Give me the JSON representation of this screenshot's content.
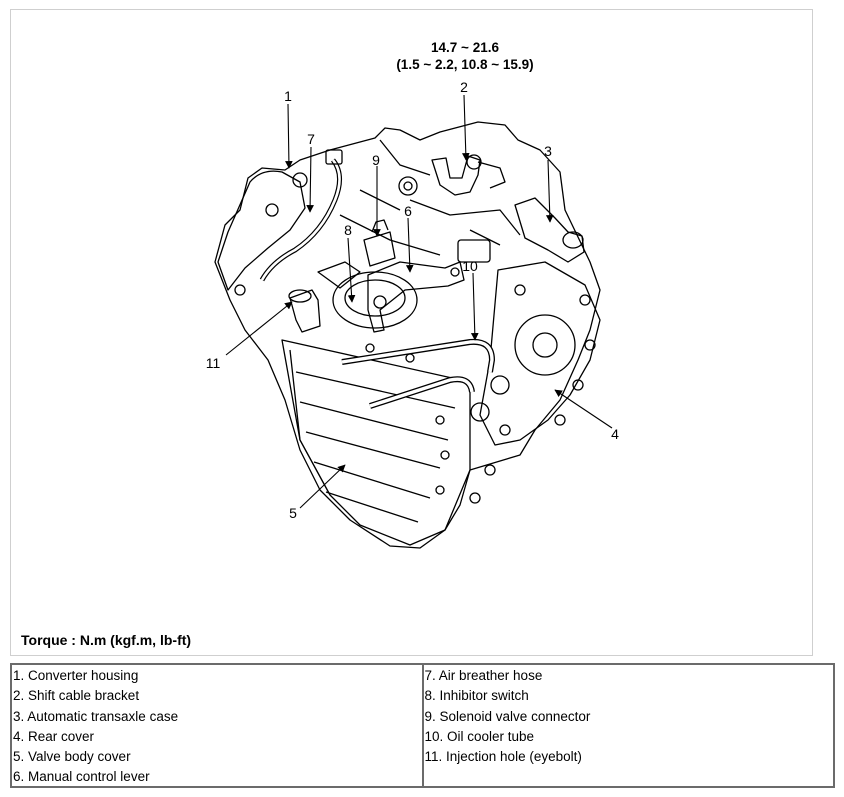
{
  "torque_spec": {
    "line1": "14.7 ~ 21.6",
    "line2": "(1.5 ~ 2.2, 10.8 ~ 15.9)"
  },
  "torque_units": "Torque : N.m (kgf.m, lb-ft)",
  "callouts": [
    "1",
    "2",
    "3",
    "4",
    "5",
    "6",
    "7",
    "8",
    "9",
    "10",
    "11"
  ],
  "legend": {
    "left": [
      "1. Converter housing",
      "2. Shift cable bracket",
      "3. Automatic transaxle case",
      "4. Rear cover",
      "5. Valve body cover",
      "6. Manual control lever"
    ],
    "right": [
      "7. Air breather hose",
      "8. Inhibitor switch",
      "9. Solenoid valve connector",
      "10. Oil cooler tube",
      "11. Injection hole (eyebolt)"
    ]
  }
}
